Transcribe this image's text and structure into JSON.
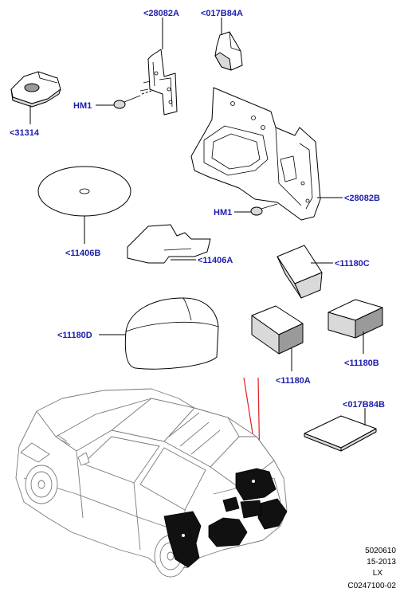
{
  "labels": {
    "l_28082A": "<28082A",
    "l_017B84A": "<017B84A",
    "l_HM1_top": "HM1",
    "l_31314": "<31314",
    "l_28082B": "<28082B",
    "l_HM1_mid": "HM1",
    "l_11406B": "<11406B",
    "l_11406A": "<11406A",
    "l_11180C": "<11180C",
    "l_11180D": "<11180D",
    "l_11180A": "<11180A",
    "l_11180B": "<11180B",
    "l_017B84B": "<017B84B"
  },
  "footer": {
    "line1": "5020610",
    "line2": "15-2013",
    "line3": "LX",
    "line4": "C0247100-02"
  },
  "colors": {
    "label_text": "#1d1dab",
    "pointer_line": "#e02020",
    "insulation_fill": "#111111"
  }
}
